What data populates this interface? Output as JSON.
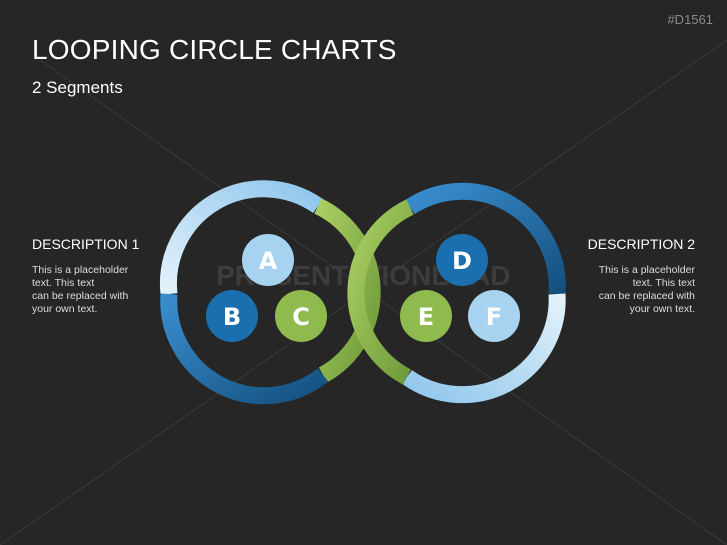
{
  "slide": {
    "code": "#D1561",
    "title": "LOOPING CIRCLE CHARTS",
    "subtitle": "2 Segments",
    "watermark": "PRESENTATIONLOAD"
  },
  "descriptions": {
    "left": {
      "title": "DESCRIPTION 1",
      "lines": [
        "This is a placeholder",
        "text. This text",
        "can be replaced with",
        "your own text."
      ]
    },
    "right": {
      "title": "DESCRIPTION 2",
      "lines": [
        "This is a placeholder",
        "text. This text",
        "can be replaced with",
        "your own text."
      ]
    }
  },
  "nodes": [
    {
      "label": "A",
      "color": "#a8d3f0"
    },
    {
      "label": "B",
      "color": "#1b6fae"
    },
    {
      "label": "C",
      "color": "#8fba4e"
    },
    {
      "label": "D",
      "color": "#1b6fae"
    },
    {
      "label": "E",
      "color": "#8fba4e"
    },
    {
      "label": "F",
      "color": "#a8d3f0"
    }
  ],
  "colors": {
    "background": "#262626",
    "light_blue": "#a8d3f0",
    "mid_blue": "#3a8ecf",
    "dark_blue": "#1b6fae",
    "green": "#8fba4e"
  }
}
